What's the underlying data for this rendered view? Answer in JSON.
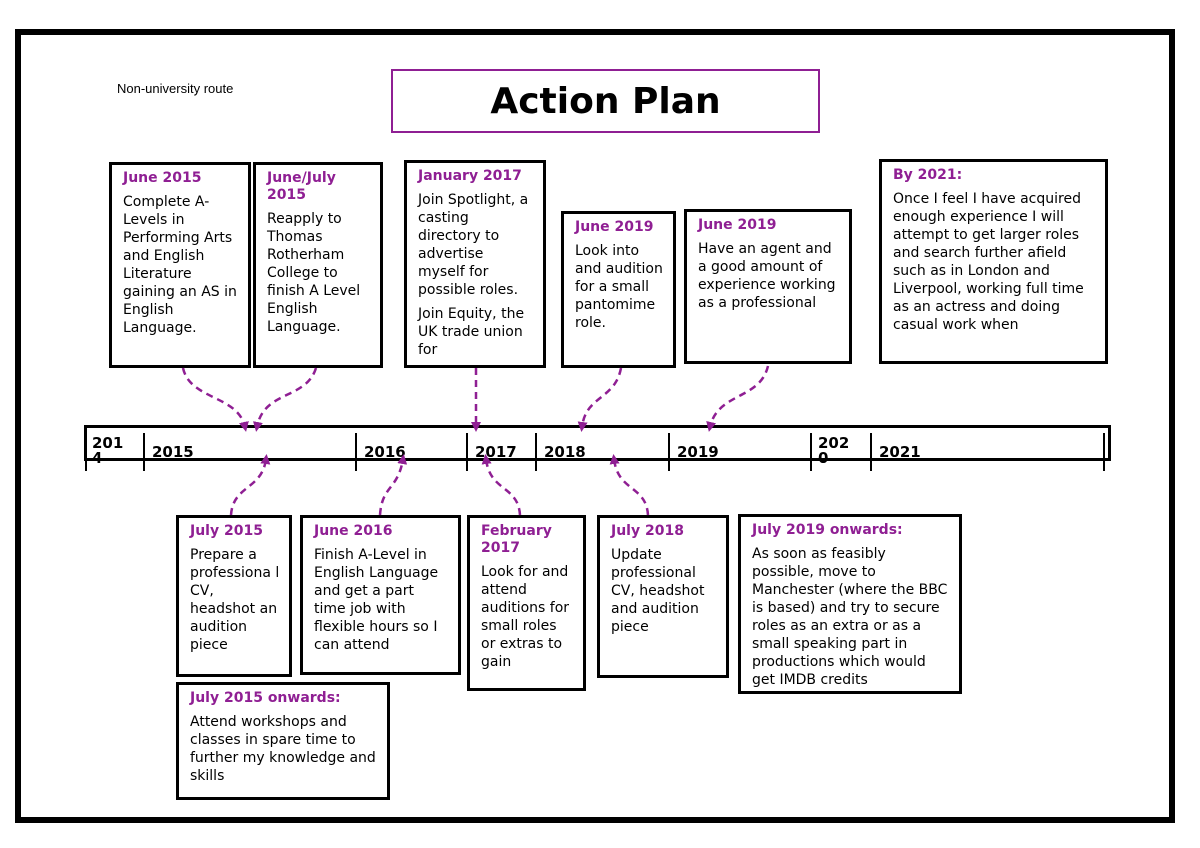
{
  "header": {
    "route_label": "Non-university route",
    "title": "Action Plan"
  },
  "colors": {
    "accent": "#8f1f93",
    "border": "#000000"
  },
  "timeline": {
    "years": [
      "201\n4",
      "2015",
      "2016",
      "2017",
      "2018",
      "2019",
      "202\n0",
      "2021"
    ]
  },
  "top_events": [
    {
      "date": "June 2015",
      "text": [
        "Complete A-Levels in Performing Arts and English Literature gaining an AS in English Language."
      ]
    },
    {
      "date": "June/July 2015",
      "text": [
        "Reapply to Thomas Rotherham College to finish A Level English Language."
      ]
    },
    {
      "date": "January 2017",
      "text": [
        "Join Spotlight, a casting directory to advertise myself for possible roles.",
        "Join Equity, the UK trade union for"
      ]
    },
    {
      "date": "June 2019",
      "text": [
        "Look into and audition for a small pantomime role."
      ]
    },
    {
      "date": "June 2019",
      "text": [
        "Have an agent and a good amount of experience working as a professional"
      ]
    },
    {
      "date": "By 2021:",
      "text": [
        "Once I feel I have acquired enough experience I will attempt to get larger roles and search further afield such as in London and Liverpool, working full time as an actress and doing casual work when"
      ]
    }
  ],
  "bottom_events": [
    {
      "date": "July 2015",
      "text": [
        "Prepare a professiona l CV, headshot an audition piece"
      ]
    },
    {
      "date": "June 2016",
      "text": [
        "Finish A-Level in English Language and get a part time job with flexible hours so I can attend"
      ]
    },
    {
      "date": "February 2017",
      "text": [
        "Look for and attend auditions for small roles or extras to gain"
      ]
    },
    {
      "date": "July 2018",
      "text": [
        "Update professional CV, headshot and audition piece"
      ]
    },
    {
      "date": "July 2019 onwards:",
      "text": [
        "As soon as feasibly possible, move to Manchester (where the BBC is based) and try to secure roles as an extra or as a small speaking part in productions which would get IMDB credits"
      ]
    },
    {
      "date": "July 2015 onwards:",
      "text": [
        "Attend workshops and classes in spare time to further my knowledge and skills"
      ]
    }
  ]
}
